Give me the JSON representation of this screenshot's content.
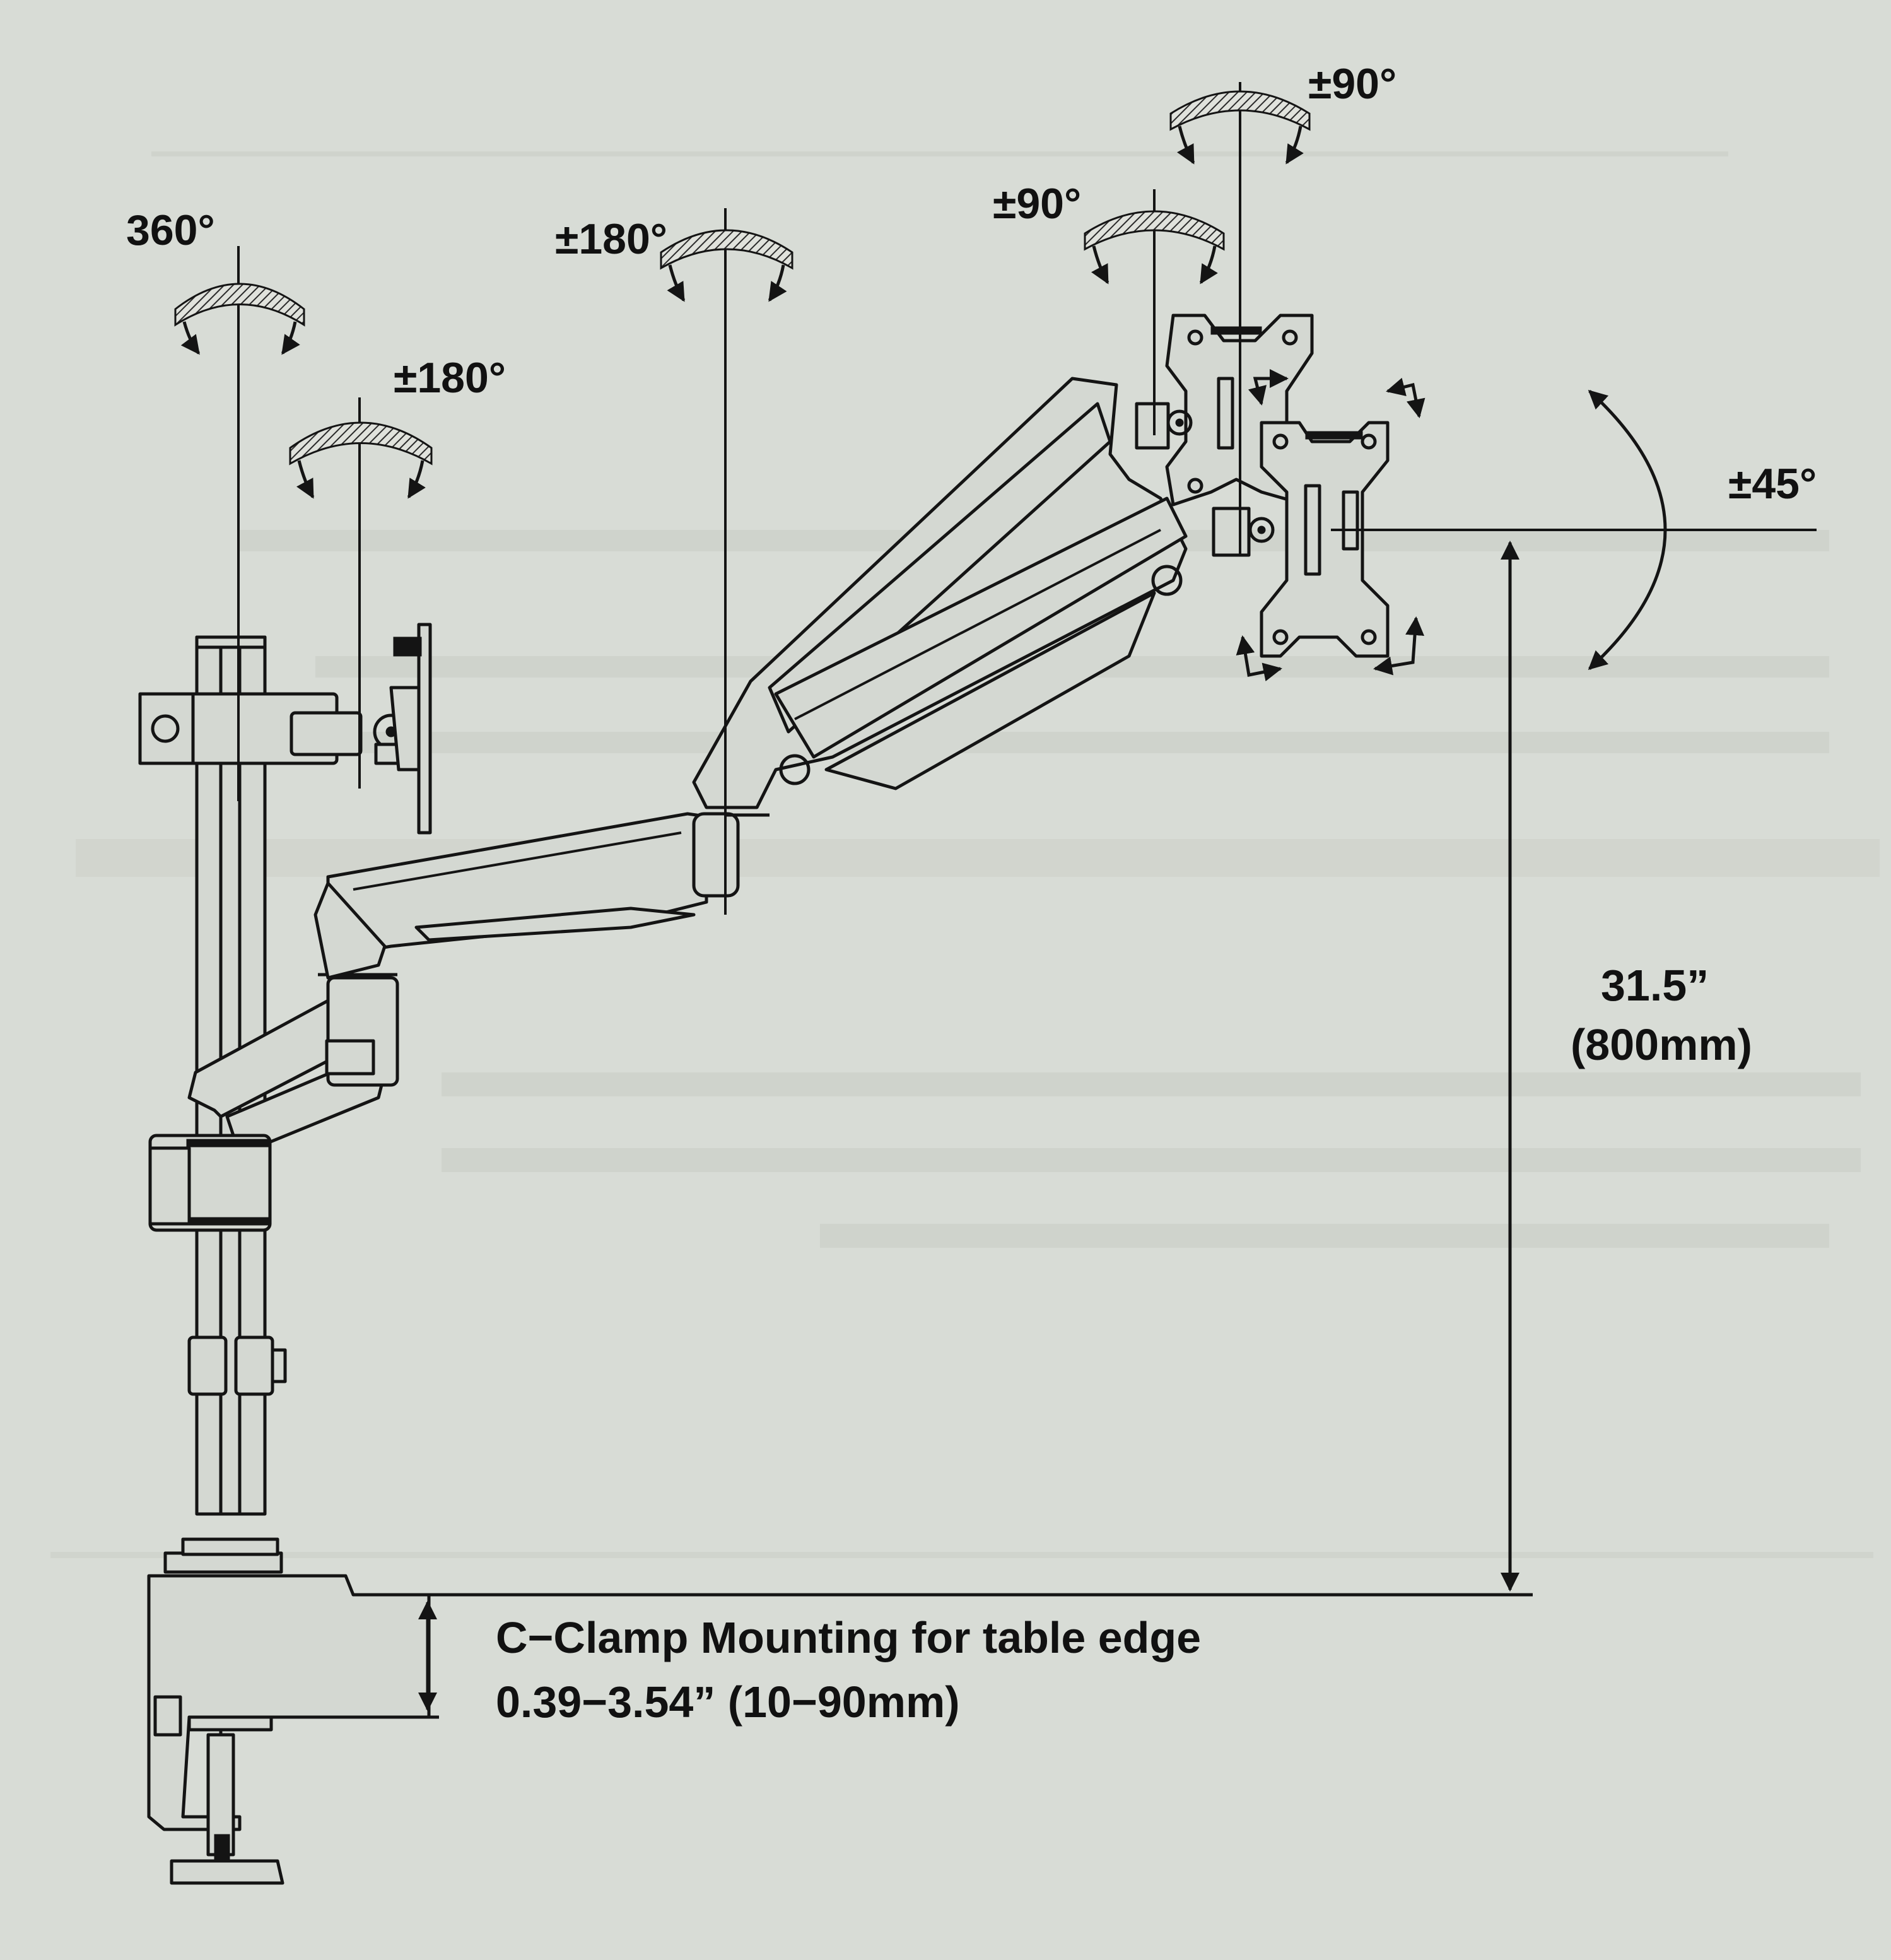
{
  "colors": {
    "paper": "#d8dcd6",
    "ink": "#141414"
  },
  "rotation_labels": {
    "pole_swivel": "360°",
    "arm_base_swivel": "±180°",
    "elbow_swivel": "±180°",
    "head_swivel_upper": "±90°",
    "head_swivel_lower": "±90°",
    "screen_rotation": "±45°"
  },
  "height_dimension": {
    "imperial": "31.5”",
    "metric": "(800mm)"
  },
  "clamp_caption": {
    "line1": "C−Clamp Mounting for table edge",
    "line2": "0.39−3.54” (10−90mm)"
  }
}
